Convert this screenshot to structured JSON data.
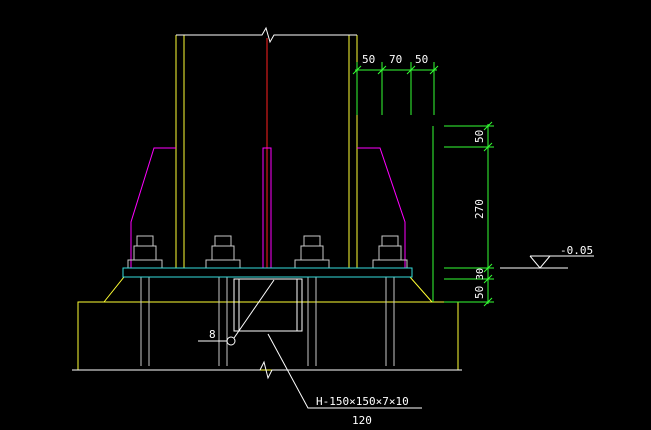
{
  "colors": {
    "background": "#000000",
    "column": "#ffff33",
    "centerline": "#ff2020",
    "stiffener": "#ff00ff",
    "bolt": "#c8c8c8",
    "base_plate": "#33dddd",
    "foundation": "#ffff33",
    "dimension": "#33ff33",
    "text": "#ffffff"
  },
  "dimensions": {
    "top": [
      "50",
      "70",
      "50"
    ],
    "vertical": [
      "50",
      "270",
      "30",
      "50"
    ]
  },
  "elevation_label": "-0.05",
  "anchor_label": "8",
  "section_label": "H-150×150×7×10",
  "section_sub_label": "120"
}
